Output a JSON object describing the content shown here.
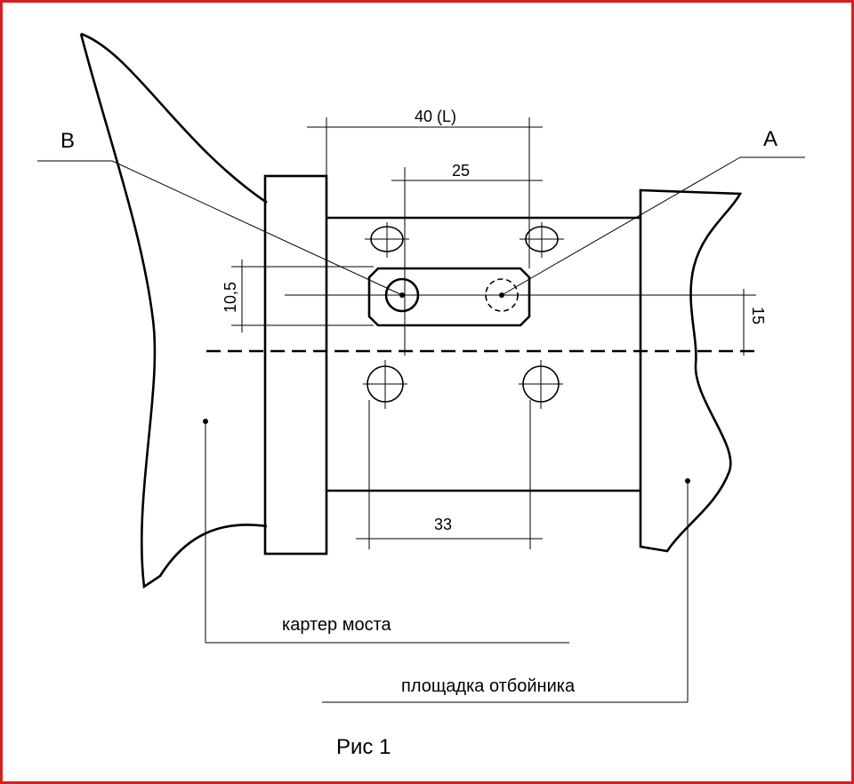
{
  "labels": {
    "point_b": "B",
    "point_a": "A",
    "dim_length": "40 (L)",
    "dim_25": "25",
    "dim_33": "33",
    "dim_10_5": "10,5",
    "dim_15": "15",
    "axle_housing": "картер моста",
    "bumper_pad": "площадка отбойника",
    "caption": "Рис 1"
  },
  "colors": {
    "frame": "#d62020",
    "lines": "#000000"
  }
}
